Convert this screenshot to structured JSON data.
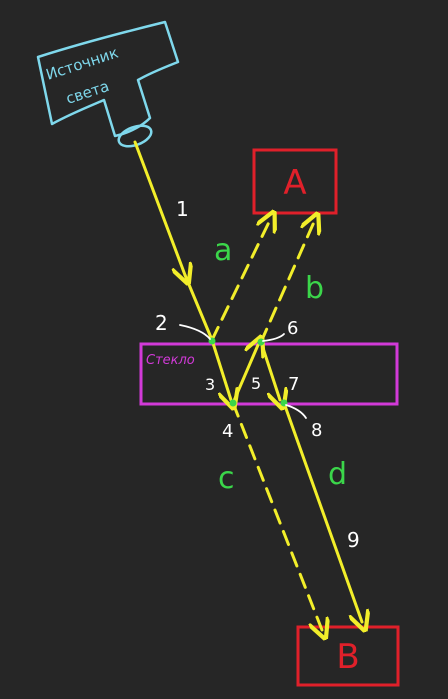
{
  "source": {
    "line1": "Источник",
    "line2": "света"
  },
  "box_a": {
    "label": "A"
  },
  "box_b": {
    "label": "B"
  },
  "glass": {
    "label": "Стекло"
  },
  "rays": {
    "a": "a",
    "b": "b",
    "c": "c",
    "d": "d"
  },
  "numbers": [
    "1",
    "2",
    "3",
    "4",
    "5",
    "6",
    "7",
    "8",
    "9"
  ],
  "colors": {
    "background": "#262626",
    "source": "#7fd8ec",
    "box": "#e0202a",
    "glass": "#d23ad8",
    "ray": "#f2ee2a",
    "ray_label": "#3bd64a",
    "point": "#3bd64a",
    "number": "#ffffff"
  }
}
